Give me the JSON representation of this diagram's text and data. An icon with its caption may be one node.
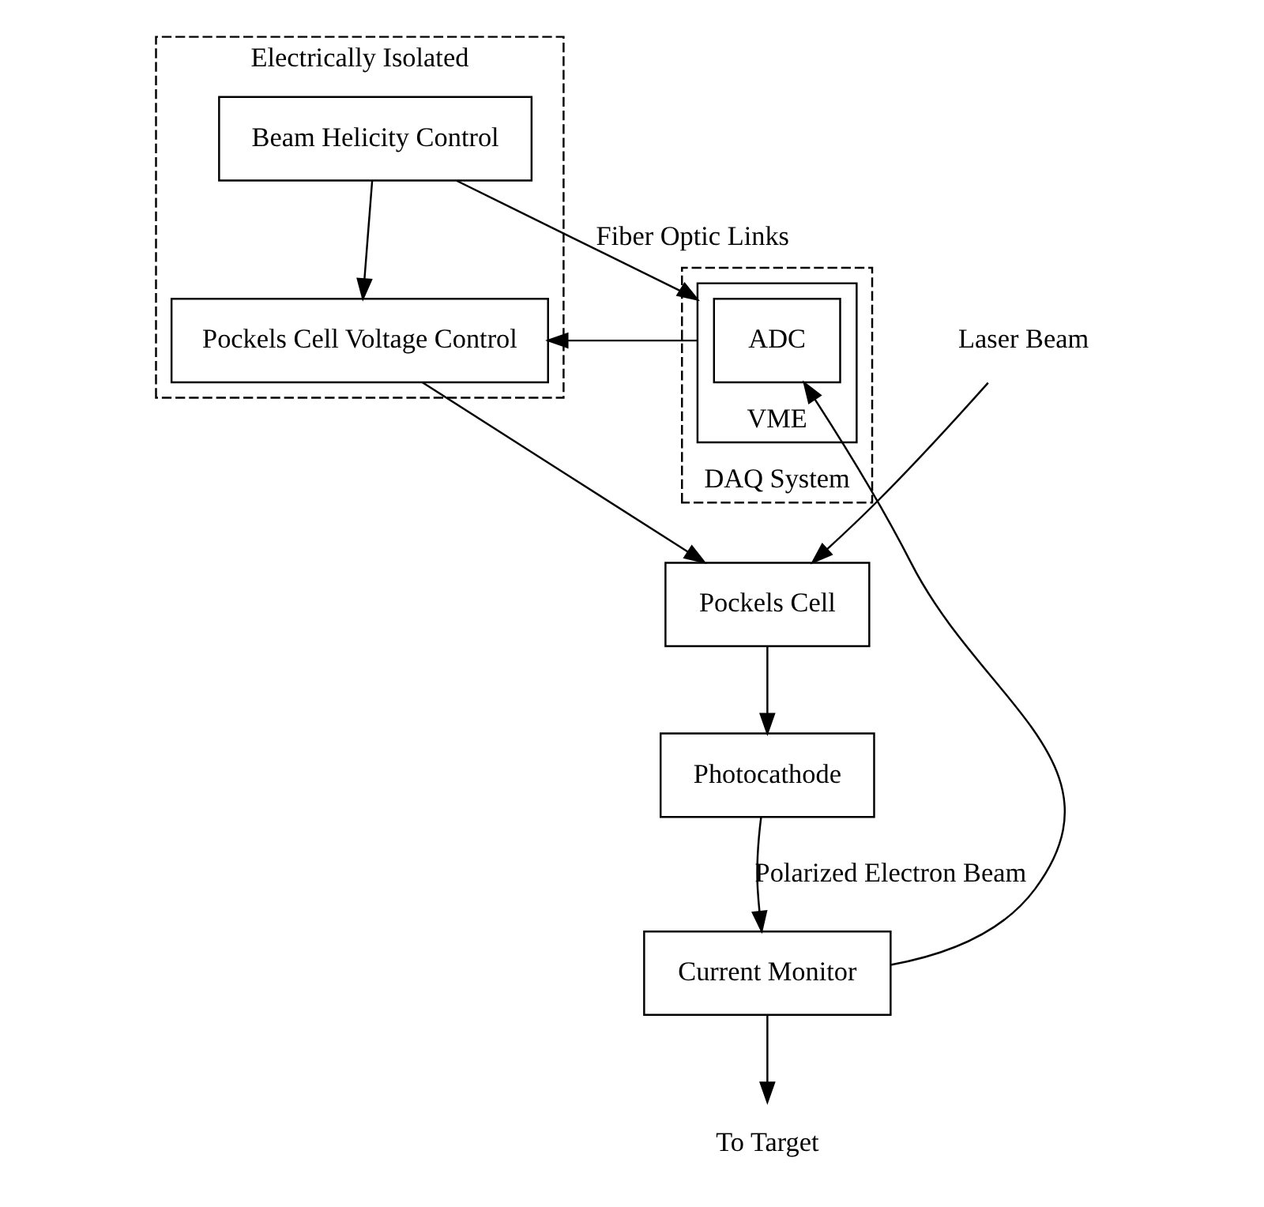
{
  "diagram": {
    "nodes": [
      {
        "text": [
          "Electrically Isolated"
        ]
      },
      {
        "text": [
          "Pockels Cell Voltage Control"
        ],
        "in": 0
      },
      {
        "text": [
          "Beam Helicity Control"
        ],
        "in": 0
      },
      {
        "text": [
          "DAQ System"
        ]
      },
      {
        "text": [
          "VME"
        ],
        "in": 3
      },
      {
        "text": [
          "ADC"
        ],
        "in": 4
      },
      {
        "text": [
          "Laser Beam"
        ]
      },
      {
        "text": [
          "Pockels Cell"
        ]
      },
      {
        "text": [
          "Photocathode"
        ]
      },
      {
        "text": [
          "Current Monitor"
        ]
      },
      {
        "text": [
          "To Target"
        ]
      }
    ],
    "edges": [
      {
        "from": 6,
        "to": 7,
        "arrow": "to"
      },
      {
        "from": 1,
        "to": 7,
        "arrow": "to"
      },
      {
        "from": 7,
        "to": 8,
        "arrow": "to"
      },
      {
        "from": 8,
        "to": 9,
        "arrow": "to",
        "label": "Polarized Electron Beam"
      },
      {
        "from": 9,
        "to": 10,
        "arrow": "to"
      },
      {
        "from": 9,
        "to": 5,
        "arrow": "to"
      },
      {
        "from": 2,
        "to": 1,
        "arrow": "to"
      },
      {
        "from": 2,
        "to": 4,
        "arrow": "to",
        "label": "Fiber Optic Links"
      },
      {
        "from": 4,
        "to": 1,
        "arrow": "to"
      }
    ]
  }
}
